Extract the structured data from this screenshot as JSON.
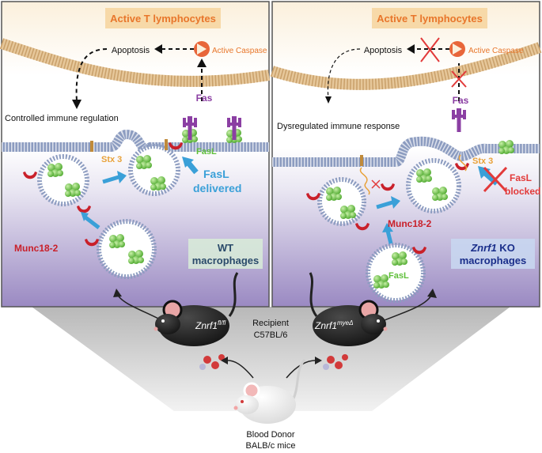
{
  "left_panel": {
    "header": "Active T lymphocytes",
    "apoptosis": "Apoptosis",
    "active_caspase": "Active Caspase",
    "fas": "Fas",
    "regulation": "Controlled immune regulation",
    "stx3": "Stx 3",
    "fasl": "FasL",
    "fasl_big": "FasL",
    "delivered": "delivered",
    "munc": "Munc18-2",
    "badge_line1": "WT",
    "badge_line2": "macrophages"
  },
  "right_panel": {
    "header": "Active T lymphocytes",
    "apoptosis": "Apoptosis",
    "active_caspase": "Active Caspase",
    "fas": "Fas",
    "regulation": "Dysregulated immune response",
    "stx3": "Stx 3",
    "fasl_big": "FasL",
    "blocked": "blocked",
    "munc": "Munc18-2",
    "fasl_vesicle": "FasL",
    "badge_gene": "Znrf1",
    "badge_ko": " KO",
    "badge_line2": "macrophages"
  },
  "bottom": {
    "mouse_left": "Znrf1",
    "mouse_left_sup": "fl/fl",
    "mouse_right": "Znrf1",
    "mouse_right_sup": "myeΔ",
    "recipient_line1": "Recipient",
    "recipient_line2": "C57BL/6",
    "donor_line1": "Blood Donor",
    "donor_line2": "BALB/c mice"
  },
  "colors": {
    "header_fill": "#f7d9a8",
    "header_text": "#e8762b",
    "fas_purple": "#8b3fa3",
    "fasl_green": "#5fbf3a",
    "arrow_blue": "#3aa0d8",
    "munc_red": "#d22a2a",
    "stx_orange": "#e8a23a",
    "block_red": "#e23a3a"
  }
}
